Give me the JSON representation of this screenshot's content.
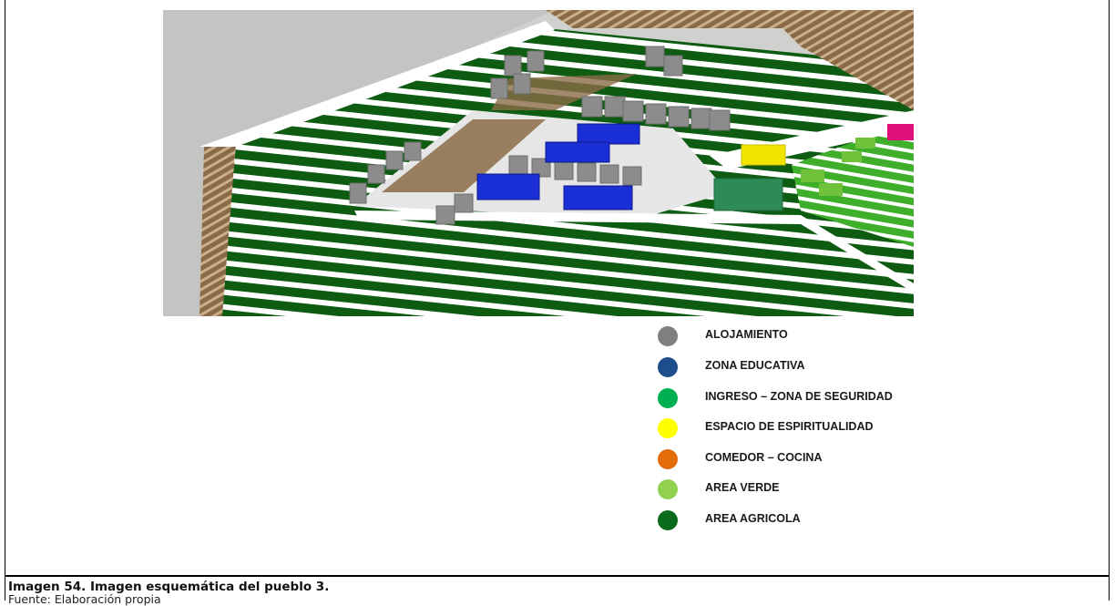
{
  "legend": {
    "items": [
      {
        "label": "ALOJAMIENTO",
        "color": "#7f7f7f"
      },
      {
        "label": "ZONA EDUCATIVA",
        "color": "#1f4e8c"
      },
      {
        "label": "INGRESO – ZONA DE SEGURIDAD",
        "color": "#00b050"
      },
      {
        "label": "ESPACIO DE ESPIRITUALIDAD",
        "color": "#ffff00"
      },
      {
        "label": "COMEDOR – COCINA",
        "color": "#e36c09"
      },
      {
        "label": "AREA VERDE",
        "color": "#92d050"
      },
      {
        "label": "AREA AGRICOLA",
        "color": "#0b6b1c"
      }
    ]
  },
  "caption": {
    "title": "Imagen 54. Imagen esquemática del pueblo 3.",
    "source": "Fuente: Elaboración propia"
  },
  "colors": {
    "terrace": "#0e5c12",
    "terrace_light": "#3fae2a",
    "path": "#ffffff",
    "earth": "#8b6b47",
    "wall": "#c8c8c6",
    "building": "#8c8c8c",
    "education": "#1a2fd6",
    "security": "#2e8b57",
    "spiritual": "#f2e500",
    "accent": "#e0107a"
  }
}
